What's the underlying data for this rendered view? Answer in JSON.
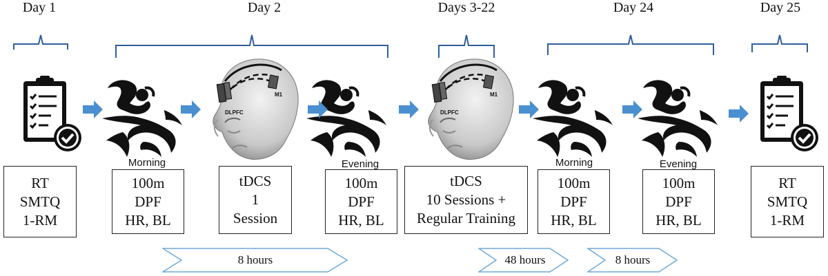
{
  "days": [
    "Day 1",
    "Day 2",
    "Days 3-22",
    "Day 24",
    "Day 25"
  ],
  "captions": {
    "morning_day2": "Morning",
    "evening_day2": "Evening",
    "morning_day24": "Morning",
    "evening_day24": "Evening"
  },
  "electrodes": {
    "motor": "M1",
    "prefrontal": "DLPFC"
  },
  "boxes": {
    "b1": [
      "RT",
      "SMTQ",
      "1-RM"
    ],
    "b2": [
      "100m",
      "DPF",
      "HR, BL"
    ],
    "b3": [
      "tDCS",
      "1",
      "Session"
    ],
    "b4": [
      "100m",
      "DPF",
      "HR, BL"
    ],
    "b5": [
      "tDCS",
      "10 Sessions +",
      "Regular Training"
    ],
    "b6": [
      "100m",
      "DPF",
      "HR, BL"
    ],
    "b7": [
      "100m",
      "DPF",
      "HR, BL"
    ],
    "b8": [
      "RT",
      "SMTQ",
      "1-RM"
    ]
  },
  "intervals": [
    "8 hours",
    "48 hours",
    "8 hours"
  ],
  "colors": {
    "brace": "#2e5e9c",
    "arrow": "#4a8fd0",
    "chevron_stroke": "#6ea9d8",
    "icon": "#111111"
  },
  "icons": {
    "assessment": "clipboard-check-icon",
    "activity": "swimmer-icon",
    "stimulation": "head-electrode-icon"
  }
}
